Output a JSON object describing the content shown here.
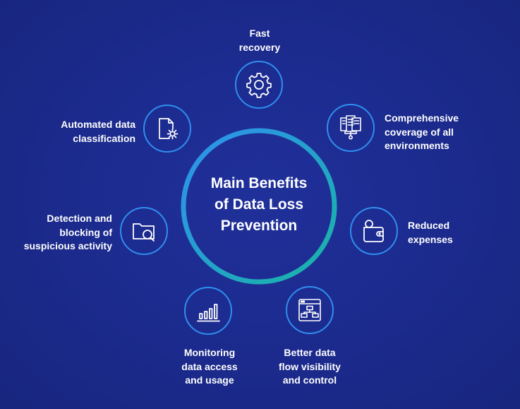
{
  "colors": {
    "background": "#1b2a8c",
    "node_border": "#2f8ff0",
    "ring_gradient_start": "#2f8ff0",
    "ring_gradient_end": "#19b5a5",
    "text": "#ffffff"
  },
  "center": {
    "title_lines": [
      "Main Benefits",
      "of Data Loss",
      "Prevention"
    ]
  },
  "benefits": {
    "fast_recovery": {
      "lines": [
        "Fast",
        "recovery"
      ],
      "icon": "gear-icon"
    },
    "comprehensive_coverage": {
      "lines": [
        "Comprehensive",
        "coverage of all",
        "environments"
      ],
      "icon": "servers-icon"
    },
    "reduced_expenses": {
      "lines": [
        "Reduced",
        "expenses"
      ],
      "icon": "wallet-icon"
    },
    "better_visibility": {
      "lines": [
        "Better data",
        "flow visibility",
        "and control"
      ],
      "icon": "flowchart-window-icon"
    },
    "monitoring": {
      "lines": [
        "Monitoring",
        "data access",
        "and usage"
      ],
      "icon": "bar-chart-icon"
    },
    "detection": {
      "lines": [
        "Detection and",
        "blocking of",
        "suspicious activity"
      ],
      "icon": "folder-search-icon"
    },
    "automated_classification": {
      "lines": [
        "Automated data",
        "classification"
      ],
      "icon": "document-gear-icon"
    }
  }
}
